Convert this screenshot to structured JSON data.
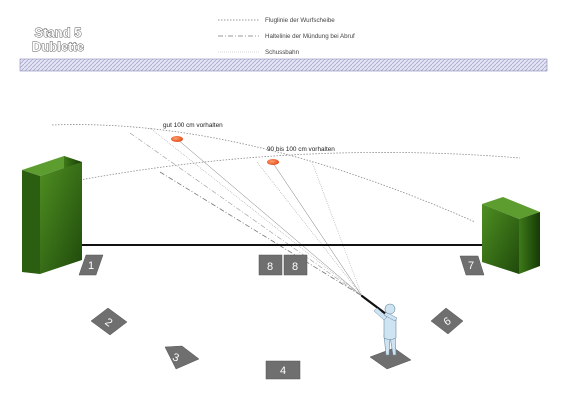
{
  "title": {
    "line1": "Stand 5",
    "line2": "Dublette"
  },
  "legend": [
    {
      "style": "dotted",
      "label": "Fluglinie der Wurfscheibe"
    },
    {
      "style": "dash-dot",
      "label": "Haltelinie der Mündung bei Abruf"
    },
    {
      "style": "fine-dotted",
      "label": "Schussbahn"
    }
  ],
  "annotations": {
    "target_1": "gut 100 cm vorhalten",
    "target_2": "90 bis 100 cm vorhalten"
  },
  "stands": {
    "s1": "1",
    "s2": "2",
    "s3": "3",
    "s4": "4",
    "s6": "6",
    "s7": "7",
    "s8a": "8",
    "s8b": "8"
  },
  "colors": {
    "trap_house": "#2f6a16",
    "clay_target": "#f05a1e",
    "stand_plate": "#6f6f6f",
    "banner": "#dcdcf0",
    "shooter": "#cfe4f2"
  }
}
